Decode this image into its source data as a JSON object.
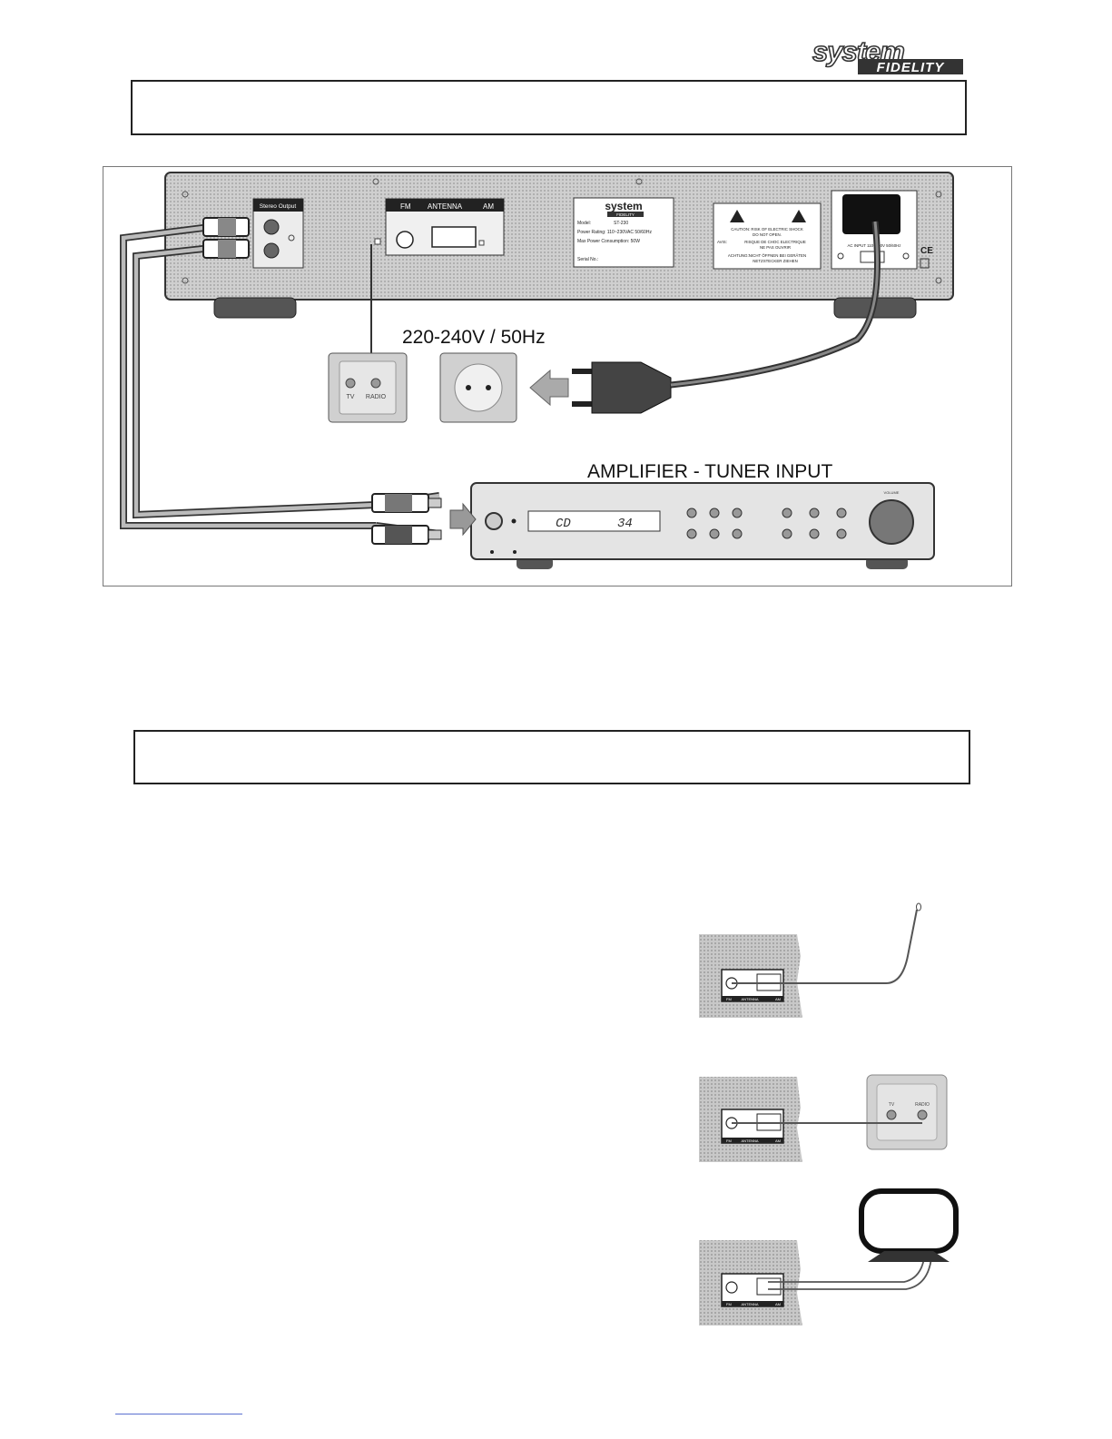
{
  "logo": {
    "line1": "system",
    "line2": "FIDELITY"
  },
  "diagram": {
    "voltage_label": "220-240V / 50Hz",
    "amp_label": "AMPLIFIER - TUNER INPUT",
    "rear_panel": {
      "stereo_output_label": "Stereo Output",
      "antenna_labels": {
        "fm": "FM",
        "antenna": "ANTENNA",
        "am": "AM"
      },
      "plate": {
        "brand": "system",
        "brand_sub": "FIDELITY",
        "model_label": "Model:",
        "model_value": "ST-230",
        "power_rating": "Power Rating: 110~230VAC 50/60Hz",
        "max_power": "Max Power Consumption: 50W",
        "serial": "Serial No.:"
      },
      "caution": {
        "line1": "CAUTION: RISK OF ELECTRIC SHOCK",
        "line2": "DO NOT OPEN.",
        "line3a": "AVIS:",
        "line3b": "RISQUE DE CHOC ELECTRIQUE",
        "line4": "NE PAS OUVRIR",
        "line5": "ACHTUNG:NICHT ÖFFNEN BEI GERÄTEN",
        "line6": "NETZSTECKER ZIEHEN"
      },
      "ac_input": "AC INPUT 110~230V 50/60Hz",
      "ce_mark": "CE"
    },
    "wall_socket": {
      "tv": "TV",
      "radio": "RADIO"
    },
    "amplifier": {
      "display_left": "CD",
      "display_right": "34",
      "volume_label": "VOLUME"
    }
  },
  "thumbs": {
    "panel_labels": {
      "fm": "FM",
      "antenna": "ANTENNA",
      "am": "AM"
    },
    "socket": {
      "tv": "TV",
      "radio": "RADIO"
    }
  }
}
